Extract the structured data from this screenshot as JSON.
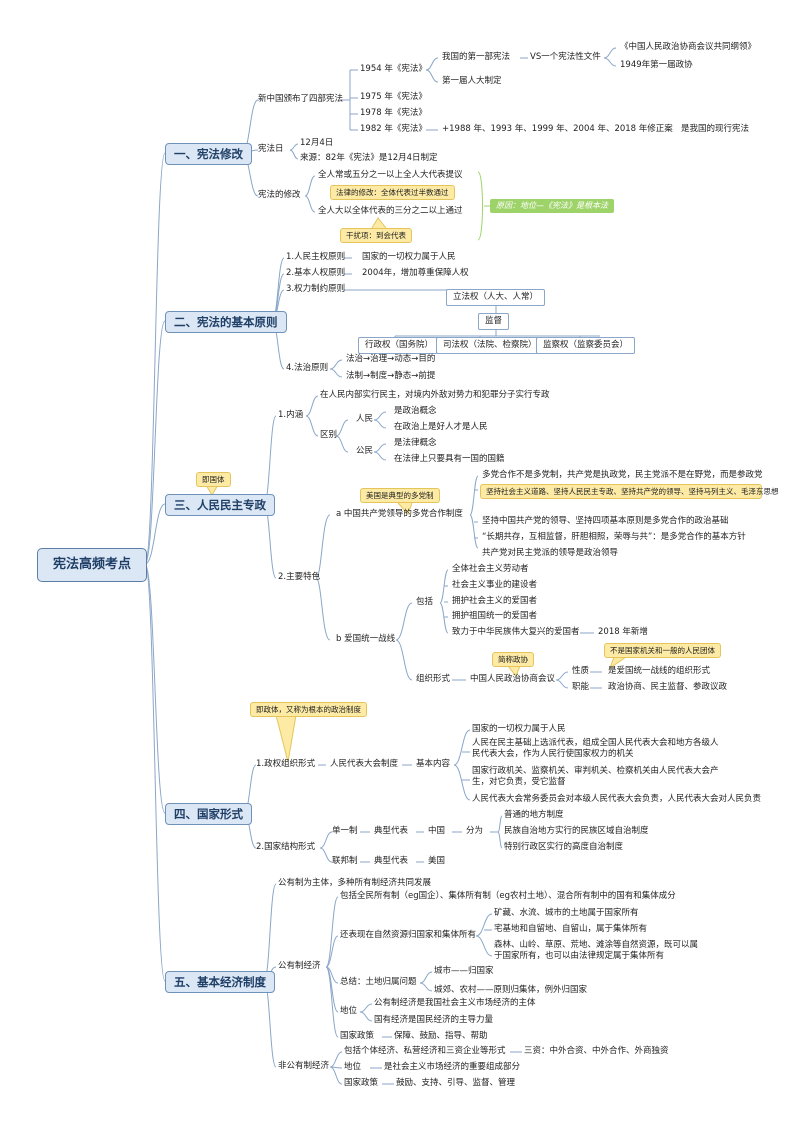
{
  "root": "宪法高频考点",
  "s1": {
    "title": "一、宪法修改",
    "four": "新中国颁布了四部宪法",
    "c1954": "1954 年《宪法》",
    "first": "我国的第一部宪法",
    "vs": "VS一个宪法性文件",
    "gangling": "《中国人民政治协商会议共同纲领》",
    "y1949": "1949年第一届政协",
    "firstnpc": "第一届人大制定",
    "c1975": "1975 年《宪法》",
    "c1978": "1978 年《宪法》",
    "c1982": "1982 年《宪法》",
    "amend": "+1988 年、1993 年、1999 年、2004 年、2018 年修正案",
    "current": "是我国的现行宪法",
    "day": "宪法日",
    "dec4": "12月4日",
    "source": "来源：82年《宪法》是12月4日制定",
    "mod": "宪法的修改",
    "propose": "全人常或五分之一以上全人大代表提议",
    "law_callout": "法律的修改：全体代表过半数通过",
    "pass": "全人大以全体代表的三分之二以上通过",
    "distract": "干扰项：到会代表",
    "reason": "原因：地位—《宪法》是根本法"
  },
  "s2": {
    "title": "二、宪法的基本原则",
    "p1": "1.人民主权原则",
    "p1d": "国家的一切权力属于人民",
    "p2": "2.基本人权原则",
    "p2d": "2004年，增加尊重保障人权",
    "p3": "3.权力制约原则",
    "legis": "立法权（人大、人常）",
    "supervise": "监督",
    "exec": "行政权（国务院）",
    "judicial": "司法权（法院、检察院）",
    "monitor": "监察权（监察委员会）",
    "p4": "4.法治原则",
    "p4a": "法治→治理→动态→目的",
    "p4b": "法制→制度→静态→前提"
  },
  "s3": {
    "title": "三、人民民主专政",
    "callout": "即国体",
    "essence": "1.内涵",
    "essence_d": "在人民内部实行民主，对境内外敌对势力和犯罪分子实行专政",
    "diff": "区别",
    "people": "人民",
    "people_a": "是政治概念",
    "people_b": "在政治上是好人才是人民",
    "citizen": "公民",
    "citizen_a": "是法律概念",
    "citizen_b": "在法律上只要具有一国的国籍",
    "features": "2.主要特色",
    "us_callout": "美国是典型的多党制",
    "a": "a 中国共产党领导的多党合作制度",
    "a1": "多党合作不是多党制，共产党是执政党，民主党派不是在野党，而是参政党",
    "a2": "坚持社会主义道路、坚持人民民主专政、坚持共产党的领导、坚持马列主义、毛泽东思想",
    "a3": "坚持中国共产党的领导、坚持四项基本原则是多党合作的政治基础",
    "a4": "“长期共存，互相监督，肝胆相照，荣辱与共”：是多党合作的基本方针",
    "a5": "共产党对民主党派的领导是政治领导",
    "b": "b 爱国统一战线",
    "include": "包括",
    "inc1": "全体社会主义劳动者",
    "inc2": "社会主义事业的建设者",
    "inc3": "拥护社会主义的爱国者",
    "inc4": "拥护祖国统一的爱国者",
    "inc5": "致力于中华民族伟大复兴的爱国者",
    "inc5b": "2018 年新增",
    "org": "组织形式",
    "cppcc": "中国人民政治协商会议",
    "short_callout": "简称政协",
    "nature": "性质",
    "nature_d": "是爱国统一战线的组织形式",
    "not_callout": "不是国家机关和一般的人民团体",
    "func": "职能",
    "func_d": "政治协商、民主监督、参政议政"
  },
  "s4": {
    "title": "四、国家形式",
    "callout": "即政体，又称为根本的政治制度",
    "org": "1.政权组织形式",
    "npc": "人民代表大会制度",
    "content": "基本内容",
    "c1": "国家的一切权力属于人民",
    "c2": "人民在民主基础上选派代表，组成全国人民代表大会和地方各级人民代表大会，作为人民行使国家权力的机关",
    "c3": "国家行政机关、监察机关、审判机关、检察机关由人民代表大会产生，对它负责，受它监督",
    "c4": "人民代表大会常务委员会对本级人民代表大会负责，人民代表大会对人民负责",
    "struct": "2.国家结构形式",
    "unitary": "单一制",
    "typical1": "典型代表",
    "china": "中国",
    "divide": "分为",
    "d1": "普通的地方制度",
    "d2": "民族自治地方实行的民族区域自治制度",
    "d3": "特别行政区实行的高度自治制度",
    "federal": "联邦制",
    "typical2": "典型代表",
    "usa": "美国"
  },
  "s5": {
    "title": "五、基本经济制度",
    "main": "公有制为主体，多种所有制经济共同发展",
    "public": "公有制经济",
    "pub1": "包括全民所有制（eg国企）、集体所有制（eg农村土地）、混合所有制中的国有和集体成分",
    "natural": "还表现在自然资源归国家和集体所有",
    "n1": "矿藏、水流、城市的土地属于国家所有",
    "n2": "宅基地和自留地、自留山，属于集体所有",
    "n3": "森林、山岭、草原、荒地、滩涂等自然资源，既可以属于国家所有，也可以由法律规定属于集体所有",
    "summary": "总结：土地归属问题",
    "s_a": "城市——归国家",
    "s_b": "城郊、农村——原则归集体，例外归国家",
    "status": "地位",
    "st1": "公有制经济是我国社会主义市场经济的主体",
    "st2": "国有经济是国民经济的主导力量",
    "policy": "国家政策",
    "policy_d": "保障、鼓励、指导、帮助",
    "nonpublic": "非公有制经济",
    "np1": "包括个体经济、私营经济和三资企业等形式",
    "np1b": "三资：中外合资、中外合作、外商独资",
    "np_status": "地位",
    "np_status_d": "是社会主义市场经济的重要组成部分",
    "np_policy": "国家政策",
    "np_policy_d": "鼓励、支持、引导、监督、管理"
  }
}
